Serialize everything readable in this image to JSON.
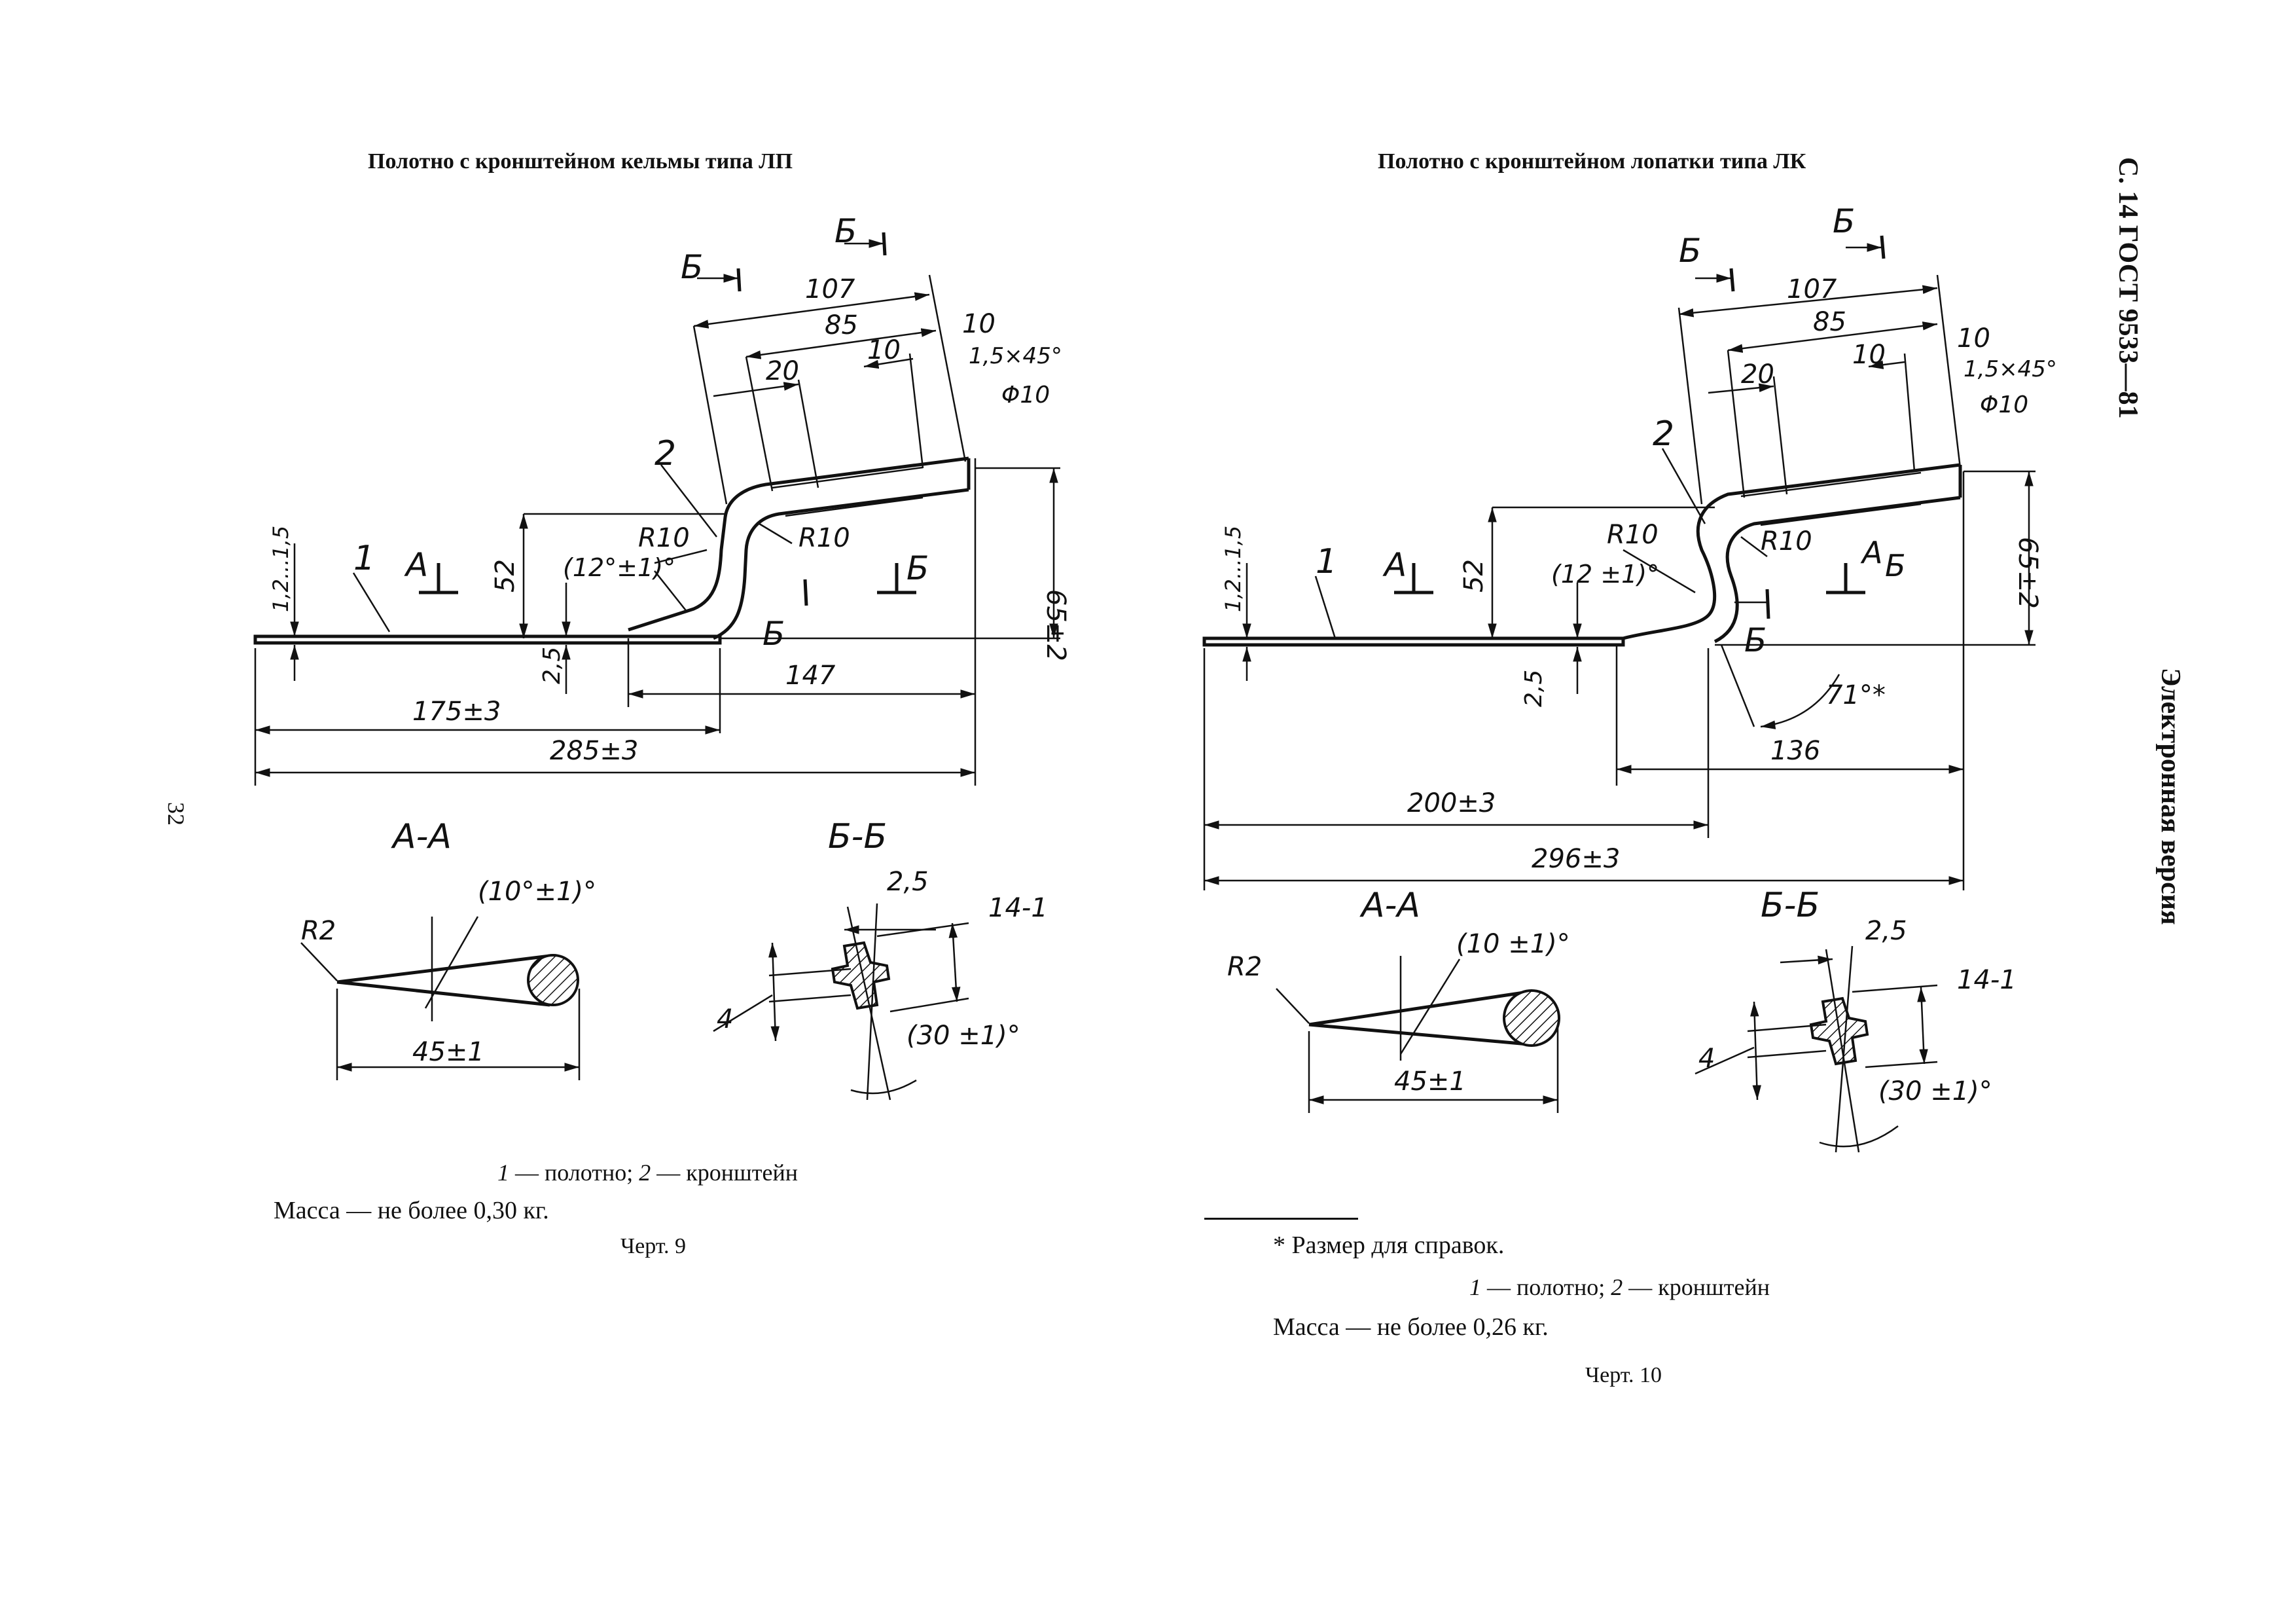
{
  "left": {
    "title": "Полотно с кронштейном кельмы типа ЛП",
    "legend_n1": "1",
    "legend_t1": " — полотно; ",
    "legend_n2": "2",
    "legend_t2": " — кронштейн",
    "mass": "Масса — не более 0,30 кг.",
    "drawing_no": "Черт. 9",
    "page_number": "32",
    "labels": {
      "p1": "1",
      "p2": "2",
      "a": "А",
      "b": "Б",
      "d107": "107",
      "d85": "85",
      "d20": "20",
      "d10a": "10",
      "d10b": "10",
      "chamfer": "1,5×45°",
      "phi": "Φ10",
      "r10a": "R10",
      "r10b": "R10",
      "angle": "(12°±1)°",
      "d52": "52",
      "d25": "2,5",
      "thick": "1,2...1,5",
      "d65": "65±2",
      "d147": "147",
      "d175": "175±3",
      "d285": "285±3",
      "secA": "А-А",
      "secB": "Б-Б",
      "r2": "R2",
      "angA": "(10°±1)°",
      "d45": "45±1",
      "b25": "2,5",
      "b14": "14-1",
      "b4": "4",
      "b30": "(30 ±1)°"
    }
  },
  "right": {
    "title": "Полотно с кронштейном лопатки типа ЛК",
    "footnote_rule": "",
    "footnote": "* Размер для справок.",
    "legend_n1": "1",
    "legend_t1": " — полотно; ",
    "legend_n2": "2",
    "legend_t2": " — кронштейн",
    "mass": "Масса — не более 0,26 кг.",
    "drawing_no": "Черт. 10",
    "labels": {
      "p1": "1",
      "p2": "2",
      "a": "А",
      "b": "Б",
      "d107": "107",
      "d85": "85",
      "d20": "20",
      "d10a": "10",
      "d10b": "10",
      "chamfer": "1,5×45°",
      "phi": "Φ10",
      "r10a": "R10",
      "r10b": "R10",
      "angle": "(12 ±1)°",
      "d52": "52",
      "d25": "2,5",
      "thick": "1,2...1,5",
      "d65": "65±2",
      "ang71": "71°*",
      "d136": "136",
      "d200": "200±3",
      "d296": "296±3",
      "secA": "А-А",
      "secB": "Б-Б",
      "r2": "R2",
      "angA": "(10 ±1)°",
      "d45": "45±1",
      "b25": "2,5",
      "b14": "14-1",
      "b4": "4",
      "b30": "(30 ±1)°"
    }
  },
  "side": {
    "header": "С. 14 ГОСТ 9533—81",
    "watermark": "Электронная версия"
  }
}
